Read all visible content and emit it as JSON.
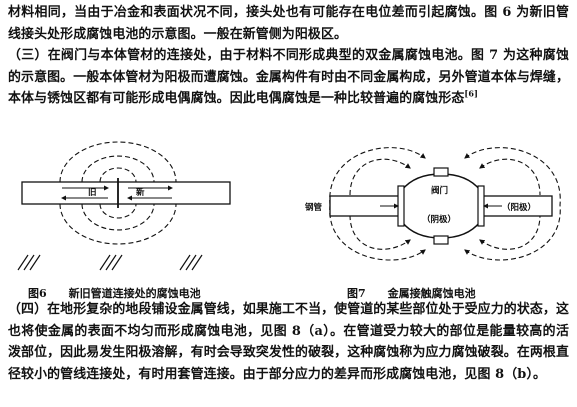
{
  "paragraphs": {
    "p1": "材料相同，当由于冶金和表面状况不同，接头处也有可能存在电位差而引起腐蚀。图 6 为新旧管线接头处形成腐蚀电池的示意图。一般在新管侧为阳极区。",
    "p2": "（三）在阀门与本体管材的连接处，由于材料不同形成典型的双金属腐蚀电池。图 7 为这种腐蚀的示意图。一般本体管材为阳极而遭腐蚀。金属构件有时由不同金属构成，另外管道本体与焊缝，本体与锈蚀区都有可能形成电偶腐蚀。因此电偶腐蚀是一种比较普遍的腐蚀形态",
    "p2_cite": "[6]",
    "p3": "（四）在地形复杂的地段铺设金属管线，如果施工不当，使管道的某些部位处于受应力的状态，这也将使金属的表面不均匀而形成腐蚀电池，见图 8（a）。在管道受力较大的部位是能量较高的活泼部位，因此易发生阳极溶解，有时会导致突发性的破裂，这种腐蚀称为应力腐蚀破裂。在两根直径较小的管线连接处，有时用套管连接。由于部分应力的差异而形成腐蚀电池，见图 8（b）。"
  },
  "figure6": {
    "label_left": "旧",
    "label_right": "新",
    "caption_num": "图6",
    "caption_text": "新旧管道连接处的腐蚀电池"
  },
  "figure7": {
    "label_pipe": "钢管",
    "label_valve": "阀门",
    "label_cathode": "（阴极）",
    "label_anode": "（阳极）",
    "caption_num": "图7",
    "caption_text": "金属接触腐蚀电池"
  }
}
